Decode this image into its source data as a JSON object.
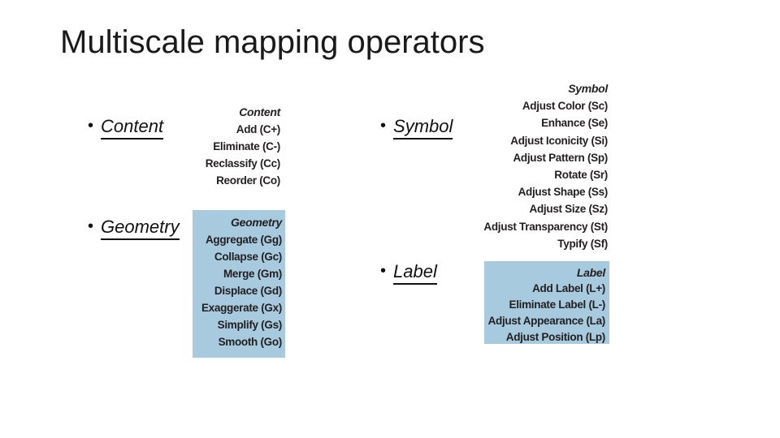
{
  "slide": {
    "title": "Multiscale mapping operators",
    "bullet_char": "•",
    "colors": {
      "background": "#ffffff",
      "box_blue": "#a7cade",
      "text": "#231f20",
      "title_text": "#1a1a1a"
    }
  },
  "groups": [
    {
      "bullet_label": "Content",
      "list": {
        "header": "Content",
        "boxed": false,
        "items": [
          "Add (C+)",
          "Eliminate (C-)",
          "Reclassify (Cc)",
          "Reorder (Co)"
        ]
      }
    },
    {
      "bullet_label": "Geometry",
      "list": {
        "header": "Geometry",
        "boxed": true,
        "items": [
          "Aggregate (Gg)",
          "Collapse (Gc)",
          "Merge (Gm)",
          "Displace (Gd)",
          "Exaggerate (Gx)",
          "Simplify (Gs)",
          "Smooth (Go)"
        ]
      }
    },
    {
      "bullet_label": "Symbol",
      "list": {
        "header": "Symbol",
        "boxed": false,
        "items": [
          "Adjust Color (Sc)",
          "Enhance (Se)",
          "Adjust Iconicity (Si)",
          "Adjust Pattern (Sp)",
          "Rotate (Sr)",
          "Adjust Shape (Ss)",
          "Adjust Size (Sz)",
          "Adjust Transparency (St)",
          "Typify (Sf)"
        ]
      }
    },
    {
      "bullet_label": "Label",
      "list": {
        "header": "Label",
        "boxed": true,
        "items": [
          "Add Label (L+)",
          "Eliminate Label (L-)",
          "Adjust Appearance (La)",
          "Adjust Position (Lp)"
        ]
      }
    }
  ]
}
